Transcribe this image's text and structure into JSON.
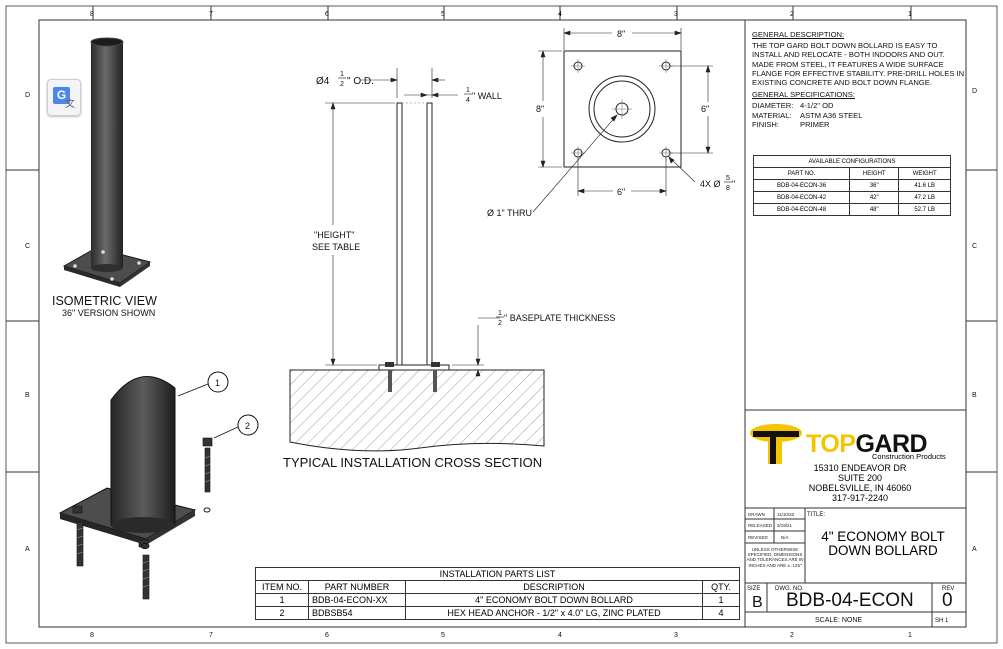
{
  "zones": {
    "top": [
      "8",
      "7",
      "6",
      "5",
      "4",
      "3",
      "2",
      "1"
    ],
    "side": [
      "D",
      "C",
      "B",
      "A"
    ]
  },
  "views": {
    "iso_title": "ISOMETRIC VIEW",
    "iso_sub": "36\" VERSION SHOWN",
    "cross_title": "TYPICAL INSTALLATION CROSS SECTION"
  },
  "dims": {
    "od_pre": "Ø4",
    "od_num": "1",
    "od_den": "2",
    "od_post": "\" O.D.",
    "wall_num": "1",
    "wall_den": "4",
    "wall_post": "\" WALL",
    "height_1": "\"HEIGHT\"",
    "height_2": "SEE TABLE",
    "base_num": "1",
    "base_den": "2",
    "base_post": "\" BASEPLATE THICKNESS",
    "plate_top": "8\"",
    "plate_left": "8\"",
    "hole_h": "6\"",
    "hole_v": "6\"",
    "thru": "Ø 1\" THRU",
    "holes_pre": "4X Ø",
    "holes_num": "5",
    "holes_den": "8",
    "holes_post": "\""
  },
  "callouts": [
    "1",
    "2"
  ],
  "general": {
    "desc_heading": "GENERAL DESCRIPTION:",
    "desc_text": "THE TOP GARD BOLT DOWN BOLLARD IS EASY TO INSTALL AND RELOCATE - BOTH INDOORS AND OUT. MADE FROM STEEL, IT FEATURES A WIDE SURFACE FLANGE FOR EFFECTIVE STABILITY. PRE-DRILL HOLES IN EXISTING CONCRETE AND BOLT DOWN FLANGE.",
    "spec_heading": "GENERAL SPECIFICATIONS:",
    "specs": [
      {
        "k": "DIAMETER:",
        "v": "4-1/2\" OD"
      },
      {
        "k": "MATERIAL:",
        "v": "ASTM A36 STEEL"
      },
      {
        "k": "FINISH:",
        "v": "PRIMER"
      }
    ]
  },
  "configs": {
    "title": "AVAILABLE CONFIGURATIONS",
    "headers": [
      "PART NO.",
      "HEIGHT",
      "WEIGHT"
    ],
    "rows": [
      [
        "BDB-04-ECON-36",
        "36\"",
        "41.6 LB"
      ],
      [
        "BDB-04-ECON-42",
        "42\"",
        "47.2 LB"
      ],
      [
        "BDB-04-ECON-48",
        "48\"",
        "52.7 LB"
      ]
    ]
  },
  "parts_list": {
    "title": "INSTALLATION PARTS LIST",
    "headers": [
      "ITEM NO.",
      "PART NUMBER",
      "DESCRIPTION",
      "QTY."
    ],
    "rows": [
      [
        "1",
        "BDB-04-ECON-XX",
        "4\" ECONOMY BOLT DOWN BOLLARD",
        "1"
      ],
      [
        "2",
        "BDBSB54",
        "HEX HEAD ANCHOR - 1/2\" x 4.0\" LG, ZINC PLATED",
        "4"
      ]
    ]
  },
  "company": {
    "logo": "TOPGARD",
    "logo_top": "TOP",
    "logo_gard": "GARD",
    "sub": "Construction Products",
    "address": [
      "15310 ENDEAVOR DR",
      "SUITE 200",
      "NOBELSVILLE, IN 46060",
      "317-917-2240"
    ],
    "brand_yellow": "#f5c400",
    "brand_black": "#111111"
  },
  "title_block": {
    "drawn_label": "DRAWN",
    "drawn_val": "11/10/20",
    "released_label": "RELEASED",
    "released_val": "3/19/21",
    "revised_label": "REVISED",
    "revised_val": "N/A",
    "note": "UNLESS OTHERWISE SPECIFIED, DIMENSIONS AND TOLERANCES ARE IN INCHES AND ARE ± .125\"",
    "title_label": "TITLE:",
    "title": [
      "4\" ECONOMY BOLT",
      "DOWN BOLLARD"
    ],
    "size_label": "SIZE",
    "size": "B",
    "dwg_label": "DWG. NO.",
    "dwg_no": "BDB-04-ECON",
    "rev_label": "REV",
    "rev": "0",
    "scale": "SCALE: NONE",
    "sheet": "SH 1"
  },
  "icons": {
    "translate": "google-translate-icon"
  }
}
